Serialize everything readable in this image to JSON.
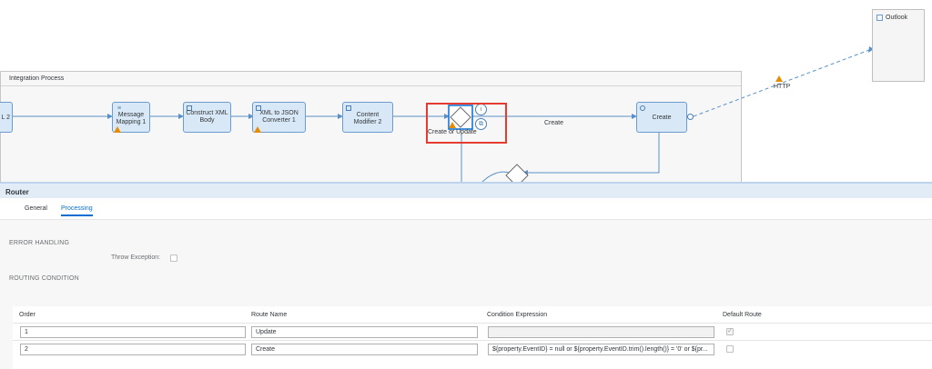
{
  "canvas": {
    "pool_title": "Integration Process",
    "steps": {
      "left_partial": "L 2",
      "message_mapping": "Message Mapping 1",
      "construct_xml": "Construct XML Body",
      "xml_to_json": "XML to JSON Converter 1",
      "content_modifier": "Content Modifier 2",
      "create_step": "Create"
    },
    "gateway_label": "Create or Update",
    "route_label": "Create",
    "adapter_label": "HTTP",
    "receiver_title": "Outlook",
    "info_glyph": "i",
    "copy_glyph": "⧉",
    "menu_glyph": "≡"
  },
  "panel": {
    "title": "Router",
    "tabs": [
      "General",
      "Processing"
    ],
    "active_tab": "Processing",
    "error_handling_label": "ERROR HANDLING",
    "throw_exception_label": "Throw Exception:",
    "routing_condition_label": "ROUTING CONDITION",
    "table": {
      "headers": [
        "Order",
        "Route Name",
        "Condition Expression",
        "Default Route"
      ],
      "rows": [
        {
          "order": "1",
          "route_name": "Update",
          "condition": "",
          "default": true
        },
        {
          "order": "2",
          "route_name": "Create",
          "condition": "${property.EventID} = null or ${property.EventID.trim().length()} = '0' or ${pr...",
          "default": false
        }
      ]
    }
  },
  "colors": {
    "accent": "#0a6ed1",
    "step_fill": "#d9e8f7",
    "step_border": "#6c9ccf",
    "warning": "#e78c07",
    "selection": "#e53b30"
  }
}
